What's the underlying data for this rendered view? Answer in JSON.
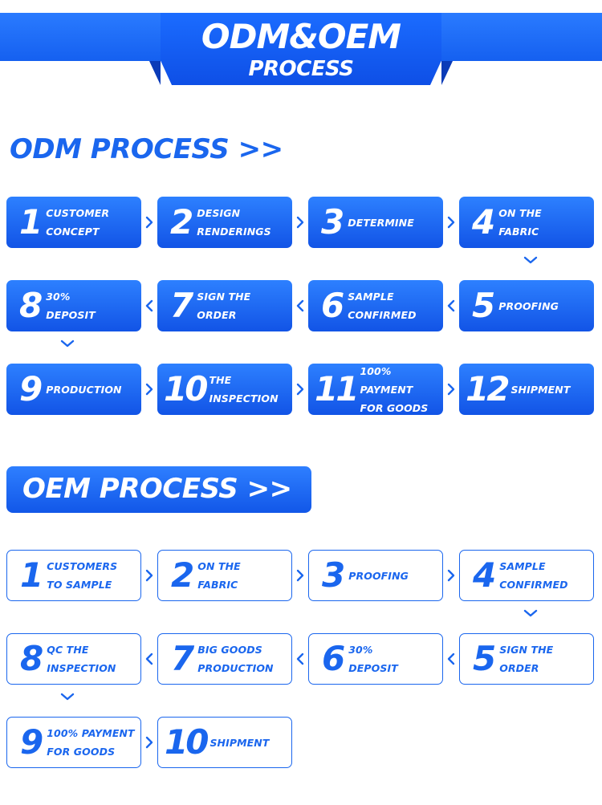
{
  "banner": {
    "title": "ODM&OEM",
    "subtitle": "PROCESS"
  },
  "odm": {
    "heading": "ODM PROCESS >>",
    "steps": [
      {
        "num": "1",
        "label": "CUSTOMER\nCONCEPT"
      },
      {
        "num": "2",
        "label": "DESIGN\nRENDERINGS"
      },
      {
        "num": "3",
        "label": "DETERMINE"
      },
      {
        "num": "4",
        "label": "ON THE\nFABRIC"
      },
      {
        "num": "5",
        "label": "PROOFING"
      },
      {
        "num": "6",
        "label": "SAMPLE\nCONFIRMED"
      },
      {
        "num": "7",
        "label": "SIGN THE\nORDER"
      },
      {
        "num": "8",
        "label": "30%\nDEPOSIT"
      },
      {
        "num": "9",
        "label": "PRODUCTION"
      },
      {
        "num": "10",
        "label": "THE\nINSPECTION"
      },
      {
        "num": "11",
        "label": "100% PAYMENT\nFOR GOODS"
      },
      {
        "num": "12",
        "label": "SHIPMENT"
      }
    ]
  },
  "oem": {
    "heading": "OEM PROCESS >>",
    "steps": [
      {
        "num": "1",
        "label": "CUSTOMERS\nTO SAMPLE"
      },
      {
        "num": "2",
        "label": "ON THE\nFABRIC"
      },
      {
        "num": "3",
        "label": "PROOFING"
      },
      {
        "num": "4",
        "label": "SAMPLE\nCONFIRMED"
      },
      {
        "num": "5",
        "label": "SIGN THE\nORDER"
      },
      {
        "num": "6",
        "label": "30%\nDEPOSIT"
      },
      {
        "num": "7",
        "label": "BIG GOODS\nPRODUCTION"
      },
      {
        "num": "8",
        "label": "QC THE\nINSPECTION"
      },
      {
        "num": "9",
        "label": "100% PAYMENT\nFOR GOODS"
      },
      {
        "num": "10",
        "label": "SHIPMENT"
      }
    ]
  },
  "colors": {
    "accent": "#1a66ee",
    "banner": "#1560f0",
    "fold": "#0a3bb8"
  }
}
